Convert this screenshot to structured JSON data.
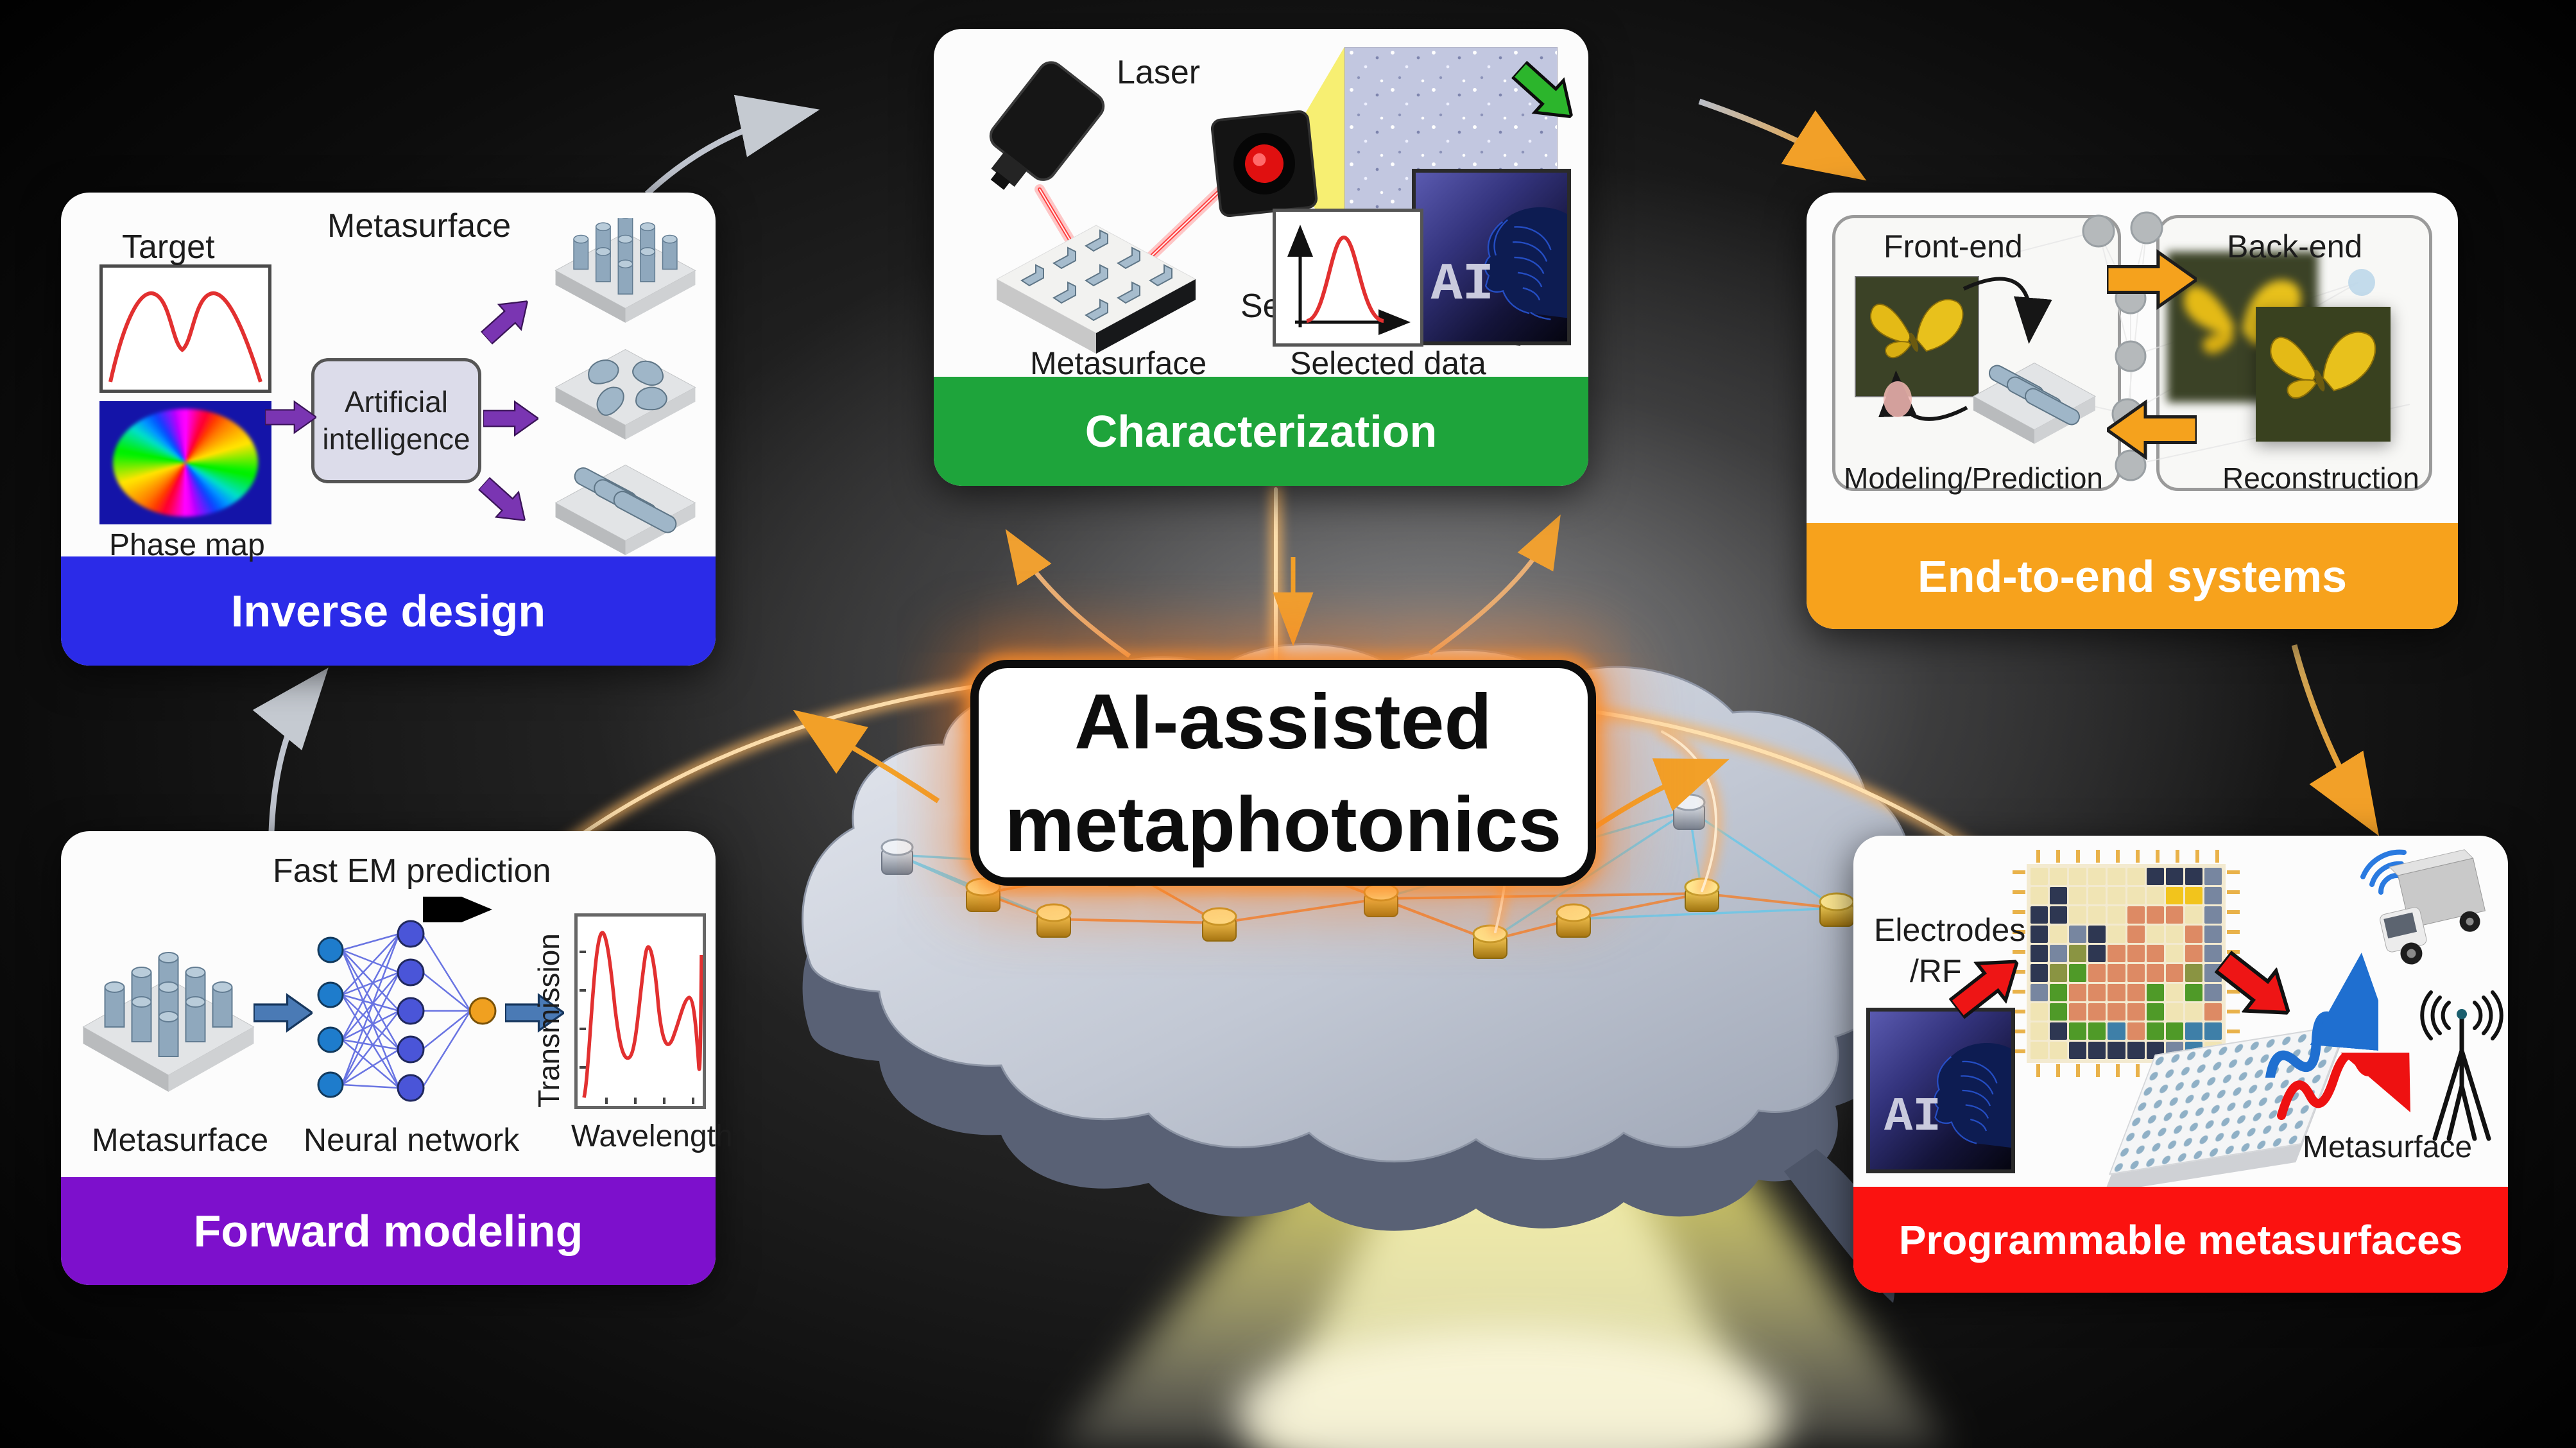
{
  "center": {
    "line1": "AI-assisted",
    "line2": "metaphotonics"
  },
  "panels": {
    "inverse_design": {
      "banner": "Inverse design",
      "banner_color": "#2b2be8",
      "target_label": "Target",
      "metasurface_label": "Metasurface",
      "phase_map_label": "Phase map",
      "ai_line1": "Artificial",
      "ai_line2": "intelligence"
    },
    "characterization": {
      "banner": "Characterization",
      "banner_color": "#1ea43b",
      "laser_label": "Laser",
      "sensor_label": "Sensor",
      "metasurface_label": "Metasurface",
      "selected_data_label": "Selected data",
      "ai_label": "AI"
    },
    "end_to_end": {
      "banner": "End-to-end systems",
      "banner_color": "#f7a21c",
      "front_end_label": "Front-end",
      "back_end_label": "Back-end",
      "modeling_label": "Modeling/Prediction",
      "reconstruction_label": "Reconstruction"
    },
    "forward_modeling": {
      "banner": "Forward modeling",
      "banner_color": "#7d10cc",
      "fast_em_label": "Fast EM prediction",
      "metasurface_label": "Metasurface",
      "neural_network_label": "Neural network",
      "transmission_label": "Transmission",
      "wavelength_label": "Wavelength"
    },
    "programmable": {
      "banner": "Programmable metasurfaces",
      "banner_color": "#fb1210",
      "electrodes_label_line1": "Electrodes",
      "electrodes_label_line2": "/RF",
      "metasurface_label": "Metasurface",
      "ai_label": "AI"
    }
  },
  "icons": {
    "laser-icon": "black laser emitter with red beam",
    "sensor-icon": "black photodetector with red aperture",
    "ai-head-icon": "dark blue square with AI text and wireframe head profile",
    "truck-icon": "grey delivery truck with blue wireless arcs",
    "antenna-icon": "black radio mast with emission arcs",
    "brain-icon": "silver brain slab with golden network nodes and light beam",
    "metasurface-icon": "grey slab with blue nano-pillar structures"
  },
  "pixel_art": {
    "palette": {
      "c": "#f0e4b4",
      "N": "#2e3752",
      "S": "#7786a0",
      "O": "#dd8a64",
      "G": "#4f9a28",
      "Y": "#f2c41c",
      "B": "#3e7fa8",
      "L": "#8a9442"
    },
    "rows": [
      "ccccccNNNS",
      "cNcccccYYS",
      "NNcccOOOcS",
      "NcSNcOccOS",
      "NSLNOOOcOS",
      "NLGOOOOOLS",
      "SGOOOOGcGS",
      "cGOOOOGccO",
      "cNGGBOGGBB",
      "ccNNNNNSBc"
    ]
  },
  "chart_data": [
    {
      "type": "line",
      "title": "Target response",
      "series_color": "#e23030",
      "points": [
        [
          0,
          0.05
        ],
        [
          0.2,
          0.75
        ],
        [
          0.3,
          0.95
        ],
        [
          0.45,
          0.45
        ],
        [
          0.55,
          0.45
        ],
        [
          0.7,
          0.95
        ],
        [
          0.8,
          0.75
        ],
        [
          1,
          0.05
        ]
      ]
    },
    {
      "type": "line",
      "title": "Selected data",
      "series_color": "#e23030",
      "points": [
        [
          0,
          0.02
        ],
        [
          0.35,
          0.05
        ],
        [
          0.45,
          0.85
        ],
        [
          0.5,
          0.9
        ],
        [
          0.55,
          0.85
        ],
        [
          0.65,
          0.05
        ],
        [
          1,
          0.02
        ]
      ]
    },
    {
      "type": "line",
      "title": "Transmission vs Wavelength",
      "xlabel": "Wavelength",
      "ylabel": "Transmission",
      "series_color": "#e23030",
      "points": [
        [
          0,
          0.05
        ],
        [
          0.12,
          0.95
        ],
        [
          0.2,
          0.25
        ],
        [
          0.3,
          0.55
        ],
        [
          0.38,
          0.9
        ],
        [
          0.5,
          0.35
        ],
        [
          0.6,
          0.5
        ],
        [
          0.68,
          0.65
        ],
        [
          0.8,
          0.35
        ],
        [
          0.92,
          0.3
        ],
        [
          1,
          0.85
        ]
      ]
    }
  ]
}
